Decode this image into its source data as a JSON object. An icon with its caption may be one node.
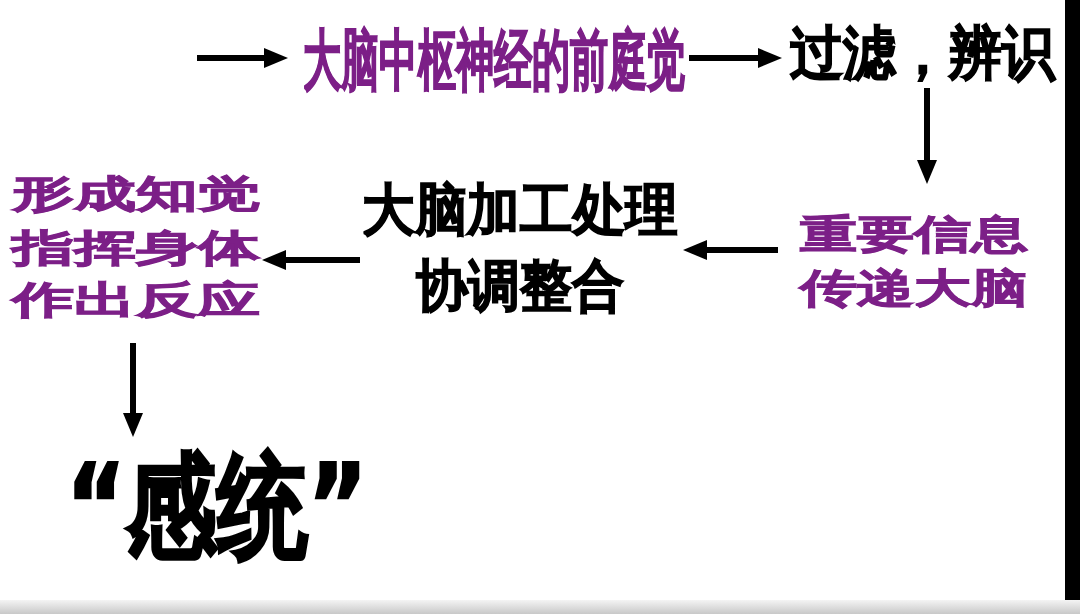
{
  "diagram": {
    "nodes": [
      {
        "text": [
          "大脑中枢神经的前庭觉"
        ]
      },
      {
        "text": [
          "过滤，辨识"
        ]
      },
      {
        "text": [
          "重要信息",
          "传递大脑"
        ]
      },
      {
        "text": [
          "大脑加工处理",
          "协调整合"
        ]
      },
      {
        "text": [
          "形成知觉",
          "指挥身体",
          "作出反应"
        ]
      },
      {
        "text": [
          "“感统”"
        ]
      }
    ],
    "edges": [
      {
        "from": null,
        "to": 0,
        "arrow": "to"
      },
      {
        "from": 0,
        "to": 1,
        "arrow": "to"
      },
      {
        "from": 1,
        "to": 2,
        "arrow": "to"
      },
      {
        "from": 2,
        "to": 3,
        "arrow": "to"
      },
      {
        "from": 3,
        "to": 4,
        "arrow": "to"
      },
      {
        "from": 4,
        "to": 5,
        "arrow": "to"
      }
    ]
  }
}
